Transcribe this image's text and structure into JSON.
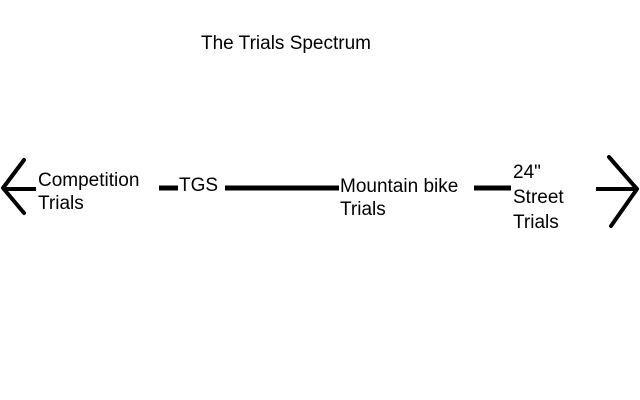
{
  "title": "The Trials Spectrum",
  "colors": {
    "background": "#ffffff",
    "ink": "#000000"
  },
  "spectrum": {
    "left_end_icon": "arrow-left-icon",
    "right_end_icon": "arrow-right-icon",
    "nodes": [
      {
        "id": "competition-trials",
        "lines": [
          "Competition",
          "Trials"
        ]
      },
      {
        "id": "tgs",
        "lines": [
          "TGS"
        ]
      },
      {
        "id": "mountain-bike-trials",
        "lines": [
          "Mountain bike",
          "Trials"
        ]
      },
      {
        "id": "street-trials-24",
        "lines": [
          "24\"",
          "Street",
          "Trials"
        ]
      }
    ]
  }
}
